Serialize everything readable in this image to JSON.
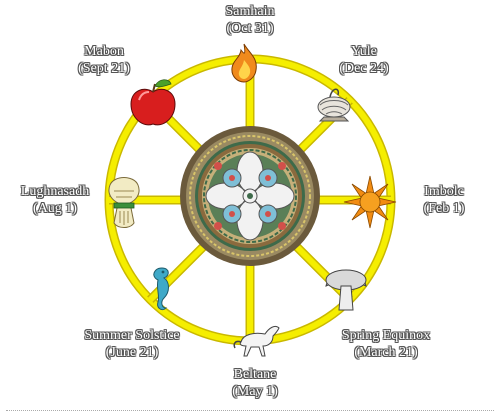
{
  "wheel": {
    "colors": {
      "rim": "#f5ee00",
      "rim_edge": "#c9b800",
      "hub_outer": "#6b5a3c",
      "hub_ring": "#3e6a4a",
      "hub_inner": "#8a6a3e",
      "petal": "#f2f2f2",
      "accent_red": "#d2504a",
      "accent_teal": "#7fbfd6"
    },
    "sabbats": [
      {
        "name": "Samhain",
        "date": "(Oct 31)",
        "icon": "fire-icon"
      },
      {
        "name": "Yule",
        "date": "(Dec 24)",
        "icon": "yule-log-icon"
      },
      {
        "name": "Imbolc",
        "date": "(Feb 1)",
        "icon": "sun-icon"
      },
      {
        "name": "Spring Equinox",
        "date": "(March 21)",
        "icon": "mushroom-icon"
      },
      {
        "name": "Beltane",
        "date": "(May 1)",
        "icon": "horse-icon"
      },
      {
        "name": "Summer Solstice",
        "date": "(June 21)",
        "icon": "seahorse-icon"
      },
      {
        "name": "Lughnasadh",
        "date": "(Aug 1)",
        "icon": "wheat-sheaf-icon"
      },
      {
        "name": "Mabon",
        "date": "(Sept 21)",
        "icon": "apple-icon"
      }
    ]
  }
}
